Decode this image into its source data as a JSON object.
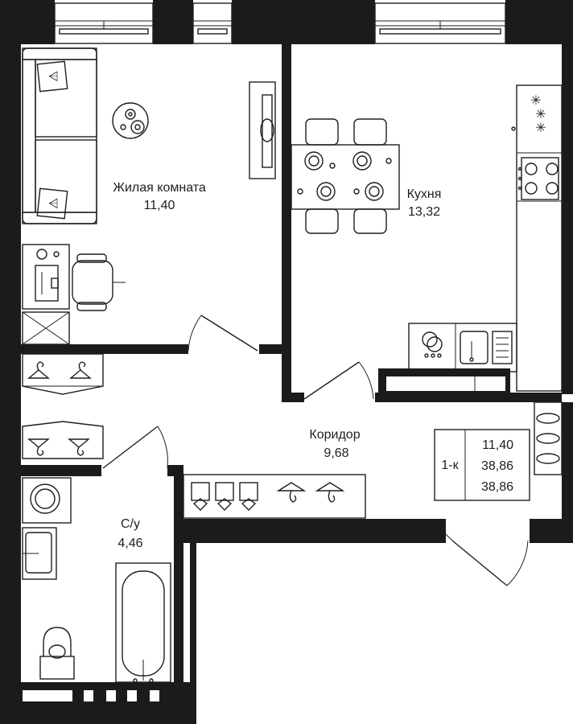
{
  "rooms": {
    "living": {
      "name": "Жилая комната",
      "area": "11,40"
    },
    "kitchen": {
      "name": "Кухня",
      "area": "13,32"
    },
    "corridor": {
      "name": "Коридор",
      "area": "9,68"
    },
    "bathroom": {
      "name": "С/у",
      "area": "4,46"
    }
  },
  "summary": {
    "type": "1-к",
    "living_area": "11,40",
    "total_area": "38,86",
    "total_area_2": "38,86"
  },
  "colors": {
    "wall": "#1b1b1b",
    "line": "#1e1e1e",
    "background": "#ffffff"
  },
  "icons": [
    "window-icon",
    "sofa-icon",
    "tv-icon",
    "table-icon",
    "chair-icon",
    "desk-icon",
    "wardrobe-icon",
    "hanger-icon",
    "stove-icon",
    "sink-icon",
    "washing-machine-icon",
    "bathtub-icon",
    "toilet-icon",
    "door-icon"
  ]
}
